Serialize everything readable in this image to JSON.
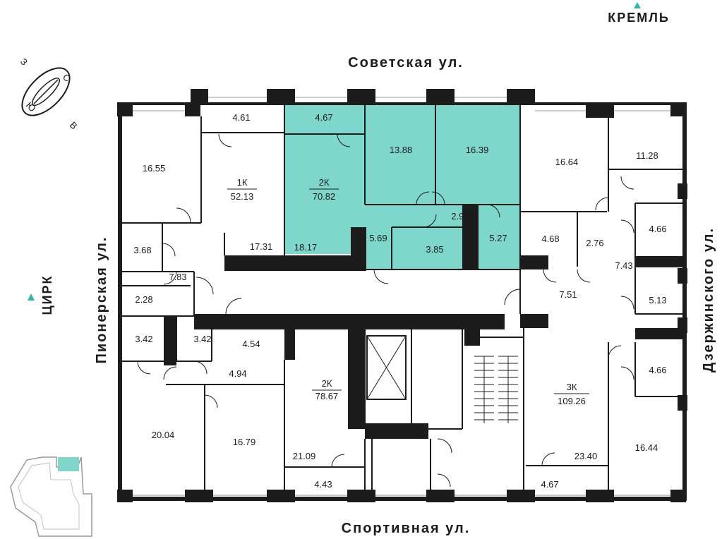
{
  "landmarks": {
    "kremlin": "КРЕМЛЬ",
    "circus": "ЦИРК"
  },
  "streets": {
    "top": "Советская ул.",
    "bottom": "Спортивная ул.",
    "left": "Пионерская ул.",
    "right": "Дзержинского ул."
  },
  "compass": {
    "north": "С",
    "east": "В",
    "south": "Ю",
    "west": "З"
  },
  "colors": {
    "highlight": "#7fd6cb",
    "wall": "#1c1c1c",
    "landmark_marker": "#3bb3a3"
  },
  "apartments": {
    "apt_1k": {
      "type": "1К",
      "area": "52.13"
    },
    "apt_2k_selected": {
      "type": "2К",
      "area": "70.82"
    },
    "apt_2k_bottom": {
      "type": "2К",
      "area": "78.67"
    },
    "apt_3k": {
      "type": "3К",
      "area": "109.26"
    }
  },
  "rooms": {
    "r16_55": "16.55",
    "r4_61": "4.61",
    "r3_68": "3.68",
    "r7_83": "7.83",
    "r2_28": "2.28",
    "r17_31": "17.31",
    "r4_67_top": "4.67",
    "r18_17": "18.17",
    "r13_88": "13.88",
    "r16_39": "16.39",
    "r5_69": "5.69",
    "r3_85": "3.85",
    "r2_90": "2.90",
    "r5_27": "5.27",
    "r16_64": "16.64",
    "r11_28": "11.28",
    "r4_68": "4.68",
    "r2_76": "2.76",
    "r4_66_a": "4.66",
    "r7_43": "7.43",
    "r7_51": "7.51",
    "r5_13": "5.13",
    "r3_42_a": "3.42",
    "r3_42_b": "3.42",
    "r4_54": "4.54",
    "r4_94": "4.94",
    "r20_04": "20.04",
    "r16_79": "16.79",
    "r21_09": "21.09",
    "r4_43": "4.43",
    "r4_66_b": "4.66",
    "r23_40": "23.40",
    "r4_67_bottom": "4.67",
    "r16_44": "16.44"
  }
}
